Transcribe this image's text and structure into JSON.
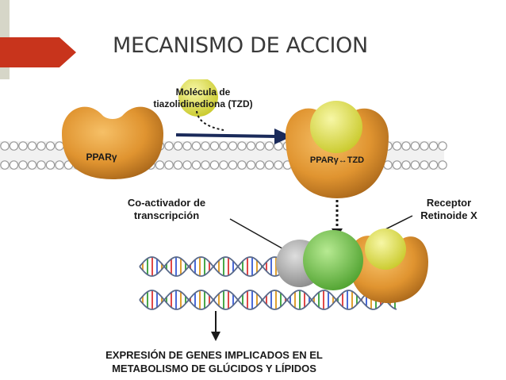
{
  "slide": {
    "title": "MECANISMO DE ACCION"
  },
  "diagram": {
    "tzd_label_line1": "Molécula de",
    "tzd_label_line2": "tiazolidinediona (TZD)",
    "ppar_label": "PPARγ",
    "complex_label": "PPARγ↔TZD",
    "coactivator_line1": "Co-activador de",
    "coactivator_line2": "transcripción",
    "receptor_line1": "Receptor",
    "receptor_line2": "Retinoide X",
    "output_line1": "EXPRESIÓN DE GENES IMPLICADOS EN EL",
    "output_line2": "METABOLISMO DE GLÚCIDOS Y LÍPIDOS"
  },
  "colors": {
    "accent_red": "#c8341c",
    "ppar_orange": "#e09430",
    "tzd_yellow": "#dede3c",
    "receptor_green": "#7cc850",
    "coactivator_gray": "#a6a6a6"
  }
}
